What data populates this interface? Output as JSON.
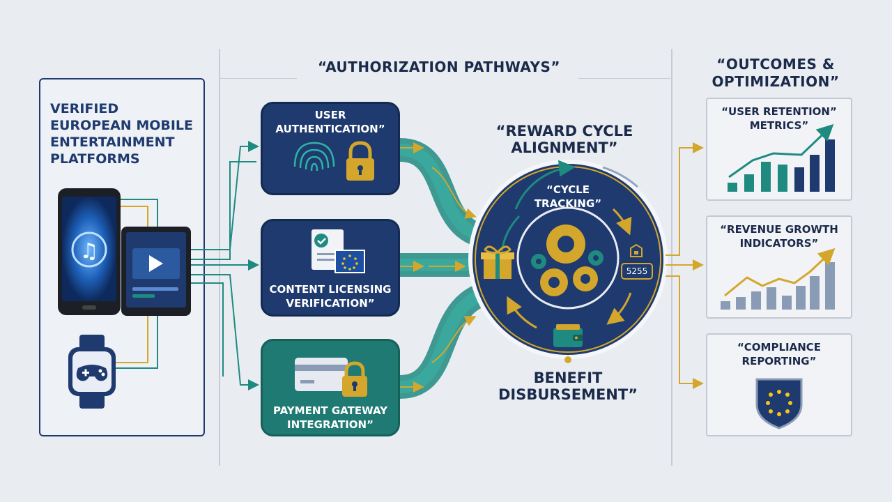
{
  "headers": {
    "pathways": "“AUTHORIZATION PATHWAYS”",
    "outcomes_line1": "“OUTCOMES &",
    "outcomes_line2": "OPTIMIZATION”"
  },
  "platforms": {
    "title_lines": [
      "VERIFIED",
      "EUROPEAN MOBILE",
      "ENTERTAINMENT",
      "PLATFORMS"
    ]
  },
  "pathways": [
    {
      "line1": "USER",
      "line2": "AUTHENTICATION”",
      "color": "#1e3a6e"
    },
    {
      "line1": "CONTENT LICENSING",
      "line2": "VERIFICATION”",
      "color": "#1e3a6e"
    },
    {
      "line1": "PAYMENT GATEWAY",
      "line2": "INTEGRATION”",
      "color": "#1f7a73"
    }
  ],
  "cycle": {
    "title_line1": "“REWARD CYCLE",
    "title_line2": "ALIGNMENT”",
    "tracking_line1": "“CYCLE",
    "tracking_line2": "TRACKING”",
    "badge_code": "5255",
    "benefit_line1": "BENEFIT",
    "benefit_line2": "DISBURSEMENT”"
  },
  "outcomes": [
    {
      "line1": "“USER RETENTION”",
      "line2": "METRICS”"
    },
    {
      "line1": "“REVENUE GROWTH",
      "line2": "INDICATORS”"
    },
    {
      "line1": "“COMPLIANCE",
      "line2": "REPORTING”"
    }
  ],
  "colors": {
    "navy": "#1e3a6e",
    "teal": "#1f8a80",
    "gold": "#d4a72c",
    "background": "#e9edf2"
  }
}
